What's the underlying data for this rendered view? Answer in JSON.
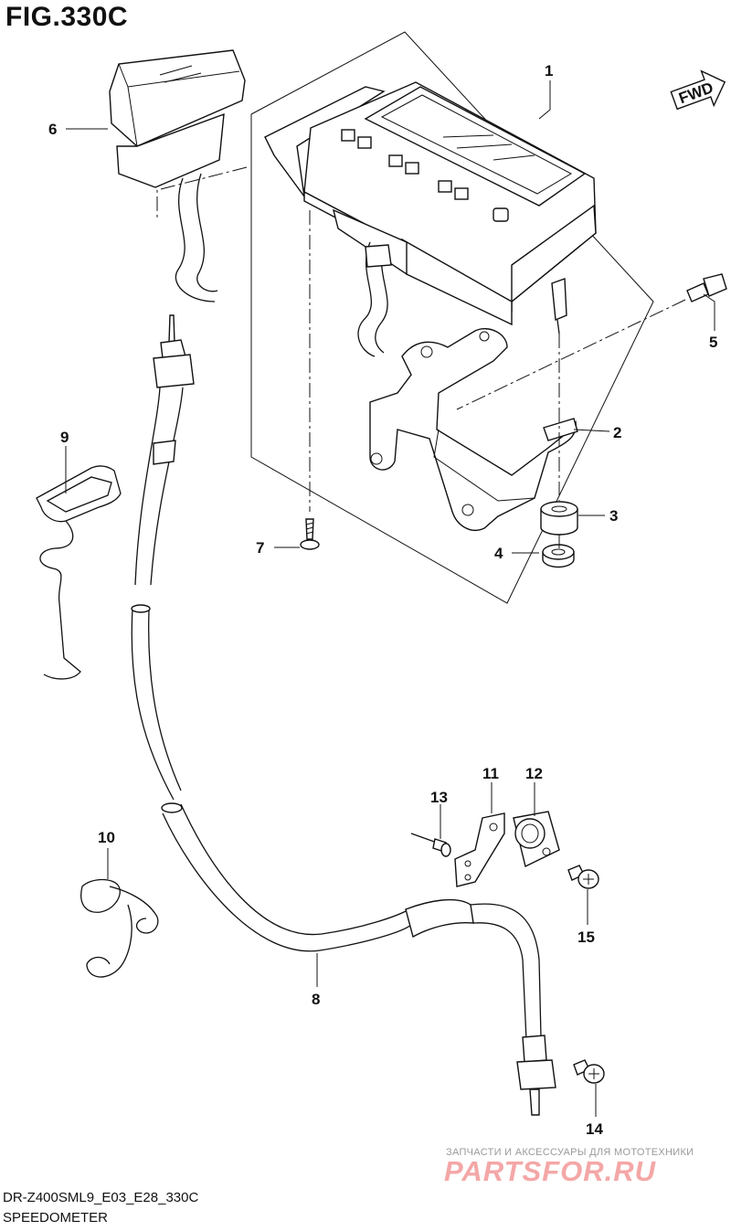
{
  "figure": {
    "title": "FIG.330C",
    "code": "DR-Z400SML9_E03_E28_330C",
    "name": "SPEEDOMETER"
  },
  "fwd_label": "FWD",
  "callouts": [
    "1",
    "2",
    "3",
    "4",
    "5",
    "6",
    "7",
    "8",
    "9",
    "10",
    "11",
    "12",
    "13",
    "14",
    "15"
  ],
  "watermark": {
    "tagline": "ЗАПЧАСТИ И АКСЕССУАРЫ ДЛЯ МОТОТЕХНИКИ",
    "logo": "PARTSFOR.RU"
  }
}
